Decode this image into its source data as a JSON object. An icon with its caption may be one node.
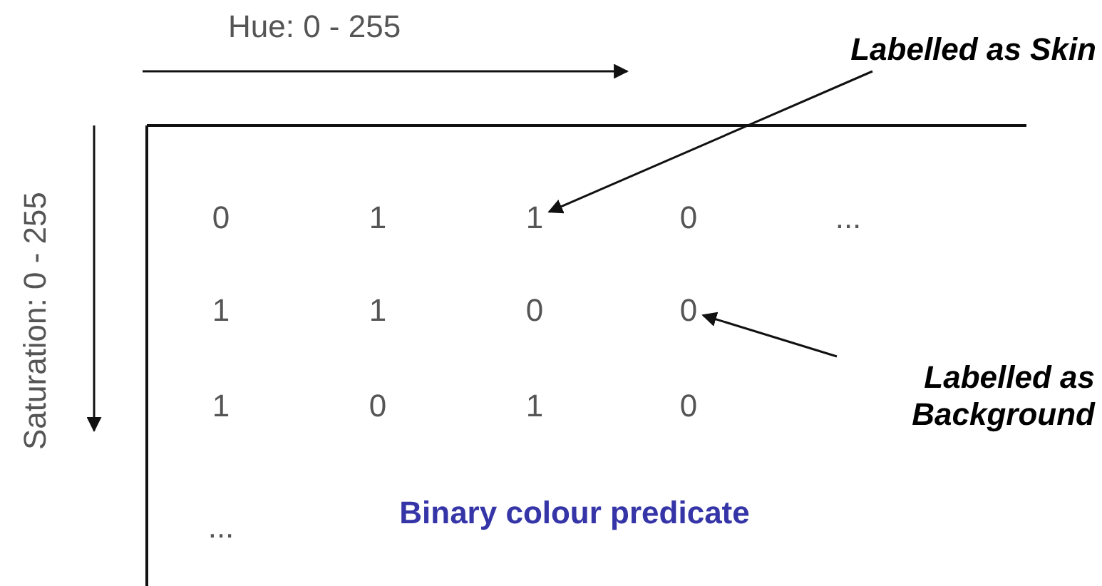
{
  "diagram": {
    "caption": "Binary colour predicate",
    "nodes": [
      {
        "text": [
          "Labelled as Skin"
        ]
      },
      {
        "text": [
          "1"
        ]
      },
      {
        "text": [
          "Labelled as Background"
        ]
      },
      {
        "text": [
          "0"
        ]
      }
    ],
    "edges": [
      {
        "from": 0,
        "to": 1,
        "arrow": "to"
      },
      {
        "from": 2,
        "to": 3,
        "arrow": "to"
      }
    ],
    "labels": [
      "Hue: 0 - 255",
      "Saturation: 0 - 255",
      "0",
      "1",
      "0",
      "...",
      "1",
      "1",
      "0",
      "1",
      "0",
      "1",
      "0",
      "..."
    ]
  }
}
